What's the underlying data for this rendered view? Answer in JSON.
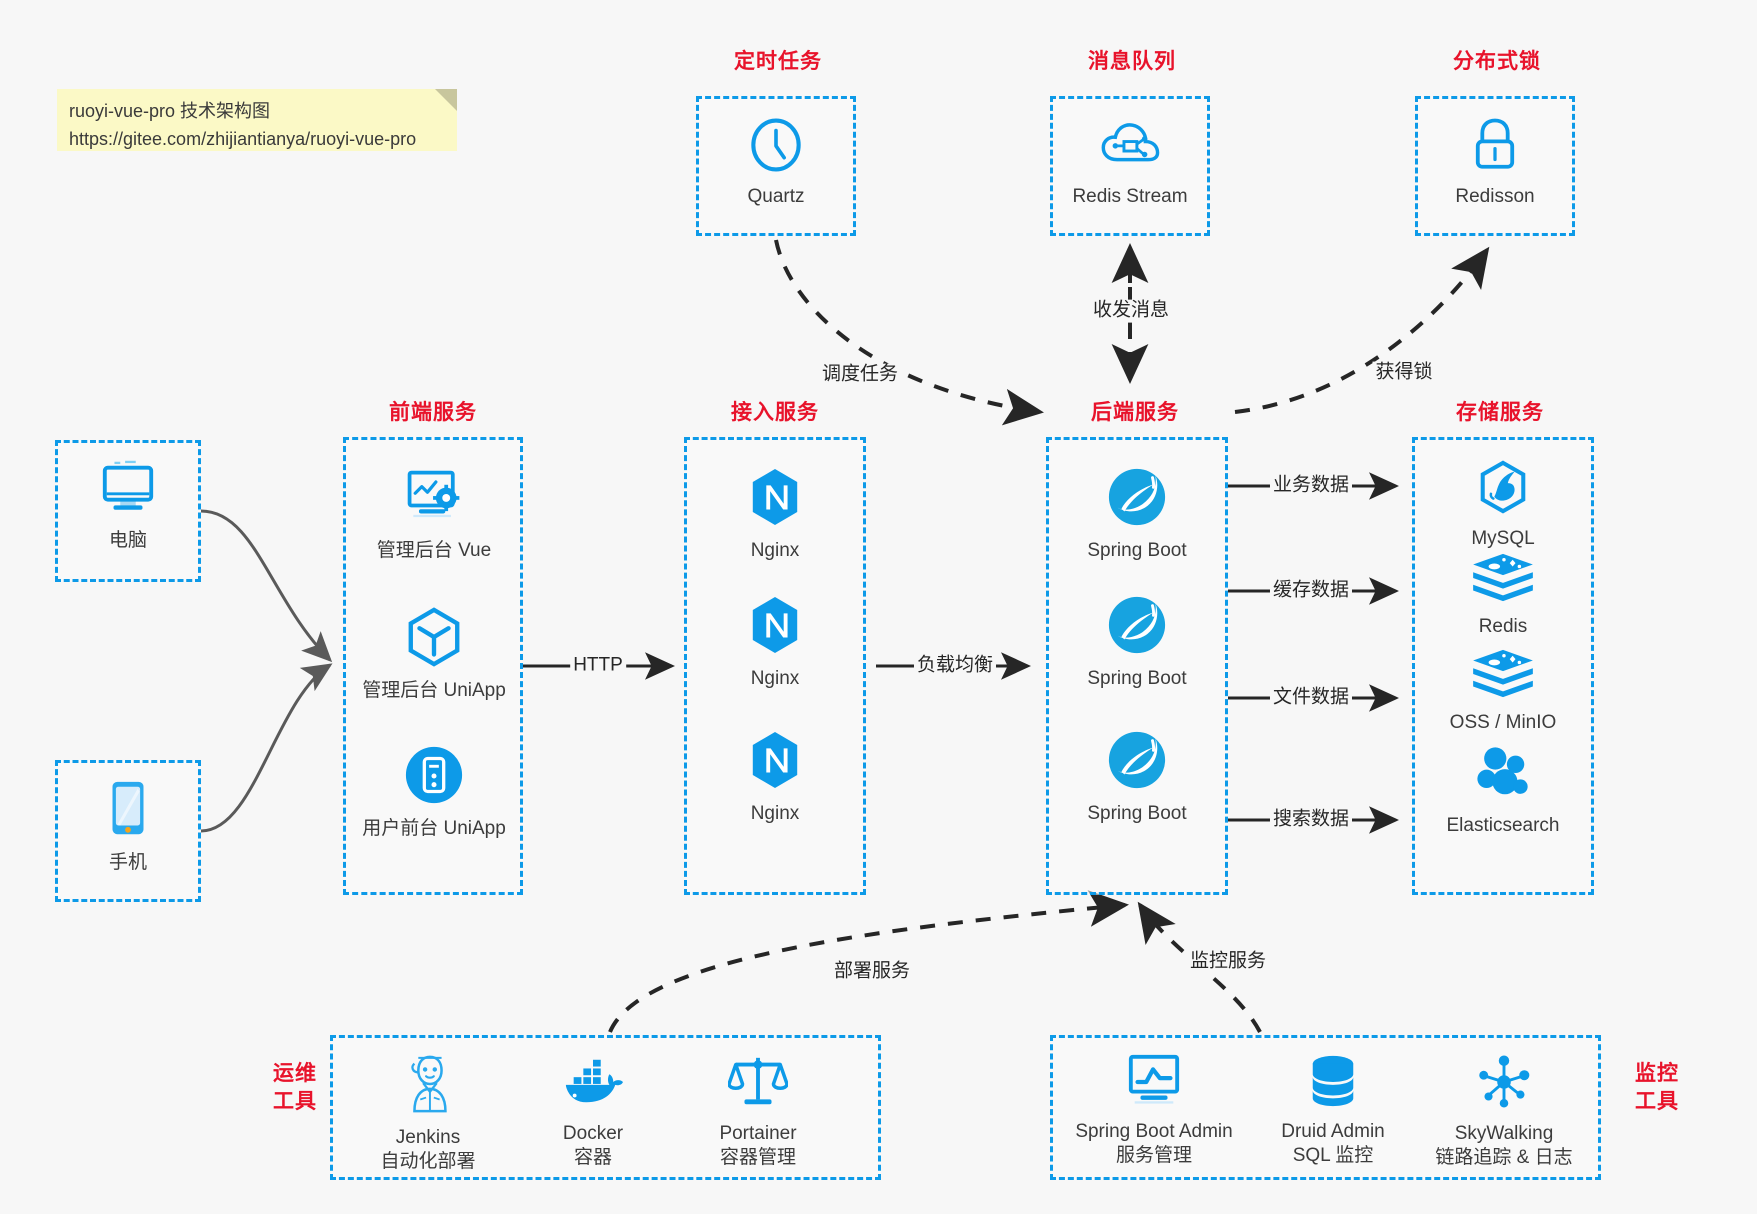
{
  "note": {
    "line1": "ruoyi-vue-pro 技术架构图",
    "line2": "https://gitee.com/zhijiantianya/ruoyi-vue-pro"
  },
  "colors": {
    "accent_blue": "#0d9ae8",
    "title_red": "#e8132b",
    "text_dark": "#3c3c3c",
    "note_yellow": "#fbf9c6",
    "background": "#f7f7f7",
    "edge_dark": "#262626"
  },
  "groups": {
    "scheduled_task": {
      "title": "定时任务"
    },
    "message_queue": {
      "title": "消息队列"
    },
    "distributed_lock": {
      "title": "分布式锁"
    },
    "frontend": {
      "title": "前端服务"
    },
    "gateway": {
      "title": "接入服务"
    },
    "backend": {
      "title": "后端服务"
    },
    "storage": {
      "title": "存储服务"
    },
    "devops": {
      "title": "运维\n工具",
      "title_line1": "运维",
      "title_line2": "工具"
    },
    "monitor": {
      "title": "监控\n工具",
      "title_line1": "监控",
      "title_line2": "工具"
    }
  },
  "nodes": {
    "quartz": {
      "label": "Quartz",
      "icon": "clock-icon"
    },
    "redis_stream": {
      "label": "Redis Stream",
      "icon": "cloud-stream-icon"
    },
    "redisson": {
      "label": "Redisson",
      "icon": "lock-icon"
    },
    "computer": {
      "label": "电脑",
      "icon": "desktop-icon"
    },
    "phone": {
      "label": "手机",
      "icon": "mobile-icon"
    },
    "admin_vue": {
      "label": "管理后台 Vue",
      "icon": "dashboard-icon"
    },
    "admin_uniapp": {
      "label": "管理后台 UniApp",
      "icon": "uniapp-cube-icon"
    },
    "user_uniapp": {
      "label": "用户前台 UniApp",
      "icon": "mobile-circle-icon"
    },
    "nginx1": {
      "label": "Nginx",
      "icon": "nginx-icon"
    },
    "nginx2": {
      "label": "Nginx",
      "icon": "nginx-icon"
    },
    "nginx3": {
      "label": "Nginx",
      "icon": "nginx-icon"
    },
    "springboot1": {
      "label": "Spring Boot",
      "icon": "spring-leaf-icon"
    },
    "springboot2": {
      "label": "Spring Boot",
      "icon": "spring-leaf-icon"
    },
    "springboot3": {
      "label": "Spring Boot",
      "icon": "spring-leaf-icon"
    },
    "mysql": {
      "label": "MySQL",
      "icon": "mysql-dolphin-icon"
    },
    "redis": {
      "label": "Redis",
      "icon": "redis-stack-icon"
    },
    "oss_minio": {
      "label": "OSS / MinIO",
      "icon": "redis-stack-icon"
    },
    "elasticsearch": {
      "label": "Elasticsearch",
      "icon": "elasticsearch-icon"
    },
    "jenkins": {
      "label": "Jenkins",
      "sublabel": "自动化部署",
      "icon": "jenkins-butler-icon"
    },
    "docker": {
      "label": "Docker",
      "sublabel": "容器",
      "icon": "docker-whale-icon"
    },
    "portainer": {
      "label": "Portainer",
      "sublabel": "容器管理",
      "icon": "scales-icon"
    },
    "spring_boot_admin": {
      "label": "Spring Boot Admin",
      "sublabel": "服务管理",
      "icon": "monitor-chart-icon"
    },
    "druid_admin": {
      "label": "Druid Admin",
      "sublabel": "SQL 监控",
      "icon": "database-icon"
    },
    "skywalking": {
      "label": "SkyWalking",
      "sublabel": "链路追踪 & 日志",
      "icon": "network-nodes-icon"
    }
  },
  "edges": [
    {
      "id": "http",
      "label": "HTTP",
      "style": "solid"
    },
    {
      "id": "load-balance",
      "label": "负载均衡",
      "style": "solid"
    },
    {
      "id": "business-data",
      "label": "业务数据",
      "style": "solid"
    },
    {
      "id": "cache-data",
      "label": "缓存数据",
      "style": "solid"
    },
    {
      "id": "file-data",
      "label": "文件数据",
      "style": "solid"
    },
    {
      "id": "search-data",
      "label": "搜索数据",
      "style": "solid"
    },
    {
      "id": "schedule-task",
      "label": "调度任务",
      "style": "dashed"
    },
    {
      "id": "send-receive-message",
      "label": "收发消息",
      "style": "dashed"
    },
    {
      "id": "acquire-lock",
      "label": "获得锁",
      "style": "dashed"
    },
    {
      "id": "deploy-service",
      "label": "部署服务",
      "style": "dashed"
    },
    {
      "id": "monitor-service",
      "label": "监控服务",
      "style": "dashed"
    }
  ]
}
